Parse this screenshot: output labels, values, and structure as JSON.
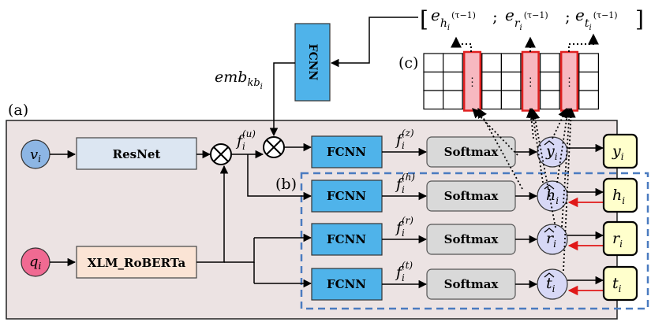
{
  "panels": {
    "a": "(a)",
    "b": "(b)",
    "c": "(c)"
  },
  "inputs": {
    "v": {
      "base": "v",
      "sub": "i"
    },
    "q": {
      "base": "q",
      "sub": "i"
    }
  },
  "encoders": {
    "resnet": "ResNet",
    "xlm": "XLM_RoBERTa"
  },
  "kb": {
    "fcnn_label": "FCNN",
    "emb_base": "emb",
    "emb_sub": "kb",
    "emb_subsub": "i"
  },
  "fusion_feature": {
    "base": "f",
    "sub": "i",
    "sup": "(u)"
  },
  "heads": [
    {
      "key": "z",
      "fcnn": "FCNN",
      "feat_base": "f",
      "feat_sub": "i",
      "feat_sup": "(z)",
      "softmax": "Softmax",
      "pred_base": "y",
      "pred_sub": "i",
      "target_base": "y",
      "target_sub": "i"
    },
    {
      "key": "h",
      "fcnn": "FCNN",
      "feat_base": "f",
      "feat_sub": "i",
      "feat_sup": "(h)",
      "softmax": "Softmax",
      "pred_base": "h",
      "pred_sub": "i",
      "target_base": "h",
      "target_sub": "i"
    },
    {
      "key": "r",
      "fcnn": "FCNN",
      "feat_base": "f",
      "feat_sub": "i",
      "feat_sup": "(r)",
      "softmax": "Softmax",
      "pred_base": "r",
      "pred_sub": "i",
      "target_base": "r",
      "target_sub": "i"
    },
    {
      "key": "t",
      "fcnn": "FCNN",
      "feat_base": "f",
      "feat_sub": "i",
      "feat_sup": "(t)",
      "softmax": "Softmax",
      "pred_base": "t",
      "pred_sub": "i",
      "target_base": "t",
      "target_sub": "i"
    }
  ],
  "embedding_formula": {
    "open": "[",
    "close": "]",
    "sep": ";",
    "terms": [
      {
        "base": "e",
        "sub": "h",
        "subsub": "i",
        "sup": "(τ−1)"
      },
      {
        "base": "e",
        "sub": "r",
        "subsub": "i",
        "sup": "(τ−1)"
      },
      {
        "base": "e",
        "sub": "t",
        "subsub": "i",
        "sup": "(τ−1)"
      }
    ]
  },
  "table": {
    "ellipsis": "⋮"
  },
  "colors": {
    "outer_panel": "#ece3e3",
    "fcnn_fill": "#4fb3ea",
    "softmax_fill": "#d9d9d9",
    "resnet_fill": "#dce6f2",
    "xlm_fill": "#fbe4d5",
    "v_circle": "#8db6e4",
    "q_circle": "#f06a92",
    "pred_circle": "#d7d8f6",
    "target_fill": "#ffffcc",
    "highlight_fill": "#f7b8c0",
    "highlight_stroke": "#e02020",
    "dashed_box": "#4a7bc0",
    "red_arrow": "#e01818"
  }
}
